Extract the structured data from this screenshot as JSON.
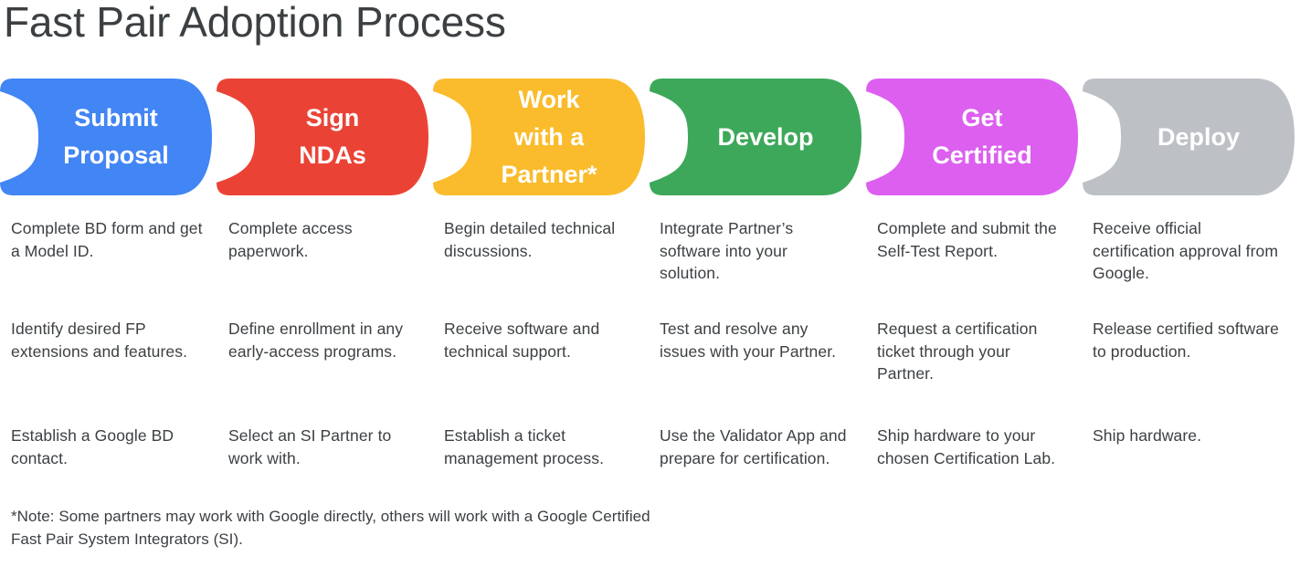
{
  "title": "Fast Pair Adoption Process",
  "process": {
    "steps": [
      {
        "id": "submit-proposal",
        "label_lines": [
          "Submit",
          "Proposal"
        ],
        "color": "#4285F4",
        "details": [
          "Complete BD form and get a Model ID.",
          "Identify desired FP extensions and features.",
          "Establish a Google BD contact."
        ]
      },
      {
        "id": "sign-ndas",
        "label_lines": [
          "Sign",
          "NDAs"
        ],
        "color": "#EA4335",
        "details": [
          "Complete access paperwork.",
          "Define enrollment in any early-access programs.",
          "Select an SI Partner to work with."
        ]
      },
      {
        "id": "work-with-a-partner",
        "label_lines": [
          "Work",
          "with a",
          "Partner*"
        ],
        "color": "#FABC2C",
        "details": [
          "Begin detailed technical discussions.",
          "Receive software and technical support.",
          "Establish a ticket management process."
        ]
      },
      {
        "id": "develop",
        "label_lines": [
          "Develop"
        ],
        "color": "#3DA85A",
        "details": [
          "Integrate Partner’s software into your solution.",
          "Test and resolve any issues with your Partner.",
          "Use the Validator App and prepare for certification."
        ]
      },
      {
        "id": "get-certified",
        "label_lines": [
          "Get",
          "Certified"
        ],
        "color": "#DC5FF0",
        "details": [
          "Complete and submit the Self-Test Report.",
          "Request a certification ticket through your Partner.",
          "Ship hardware to your chosen Certification Lab."
        ]
      },
      {
        "id": "deploy",
        "label_lines": [
          "Deploy"
        ],
        "color": "#BDC1C6",
        "details": [
          "Receive official certification approval from Google.",
          "Release certified software to production.",
          "Ship hardware."
        ]
      }
    ]
  },
  "footnote": "*Note: Some partners may work with Google directly, others will work with a Google Certified Fast Pair System Integrators (SI).",
  "colors": {
    "background": "#FFFFFF",
    "text": "#3C4043",
    "label_text": "#FFFFFF"
  }
}
